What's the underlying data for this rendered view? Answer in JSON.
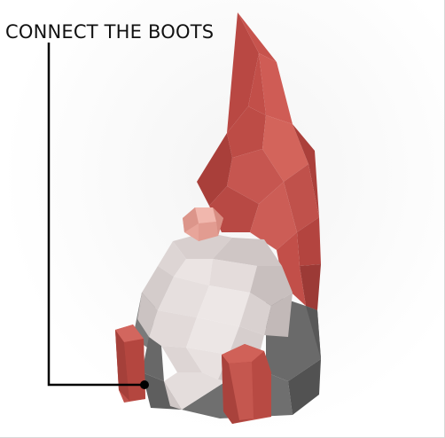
{
  "instruction": {
    "label": "CONNECT THE BOOTS"
  },
  "colors": {
    "hat_red": "#c24f49",
    "hat_red_light": "#d3645b",
    "hat_red_dark": "#9c3a36",
    "beard_white": "#e4dcdb",
    "beard_shadow": "#cfc6c5",
    "body_gray": "#6c6c6c",
    "body_gray_dark": "#4e4e4e",
    "nose_pink": "#e8a59a",
    "boot_red": "#c0524b",
    "boot_red_dark": "#9a3d39",
    "pointer_line": "#000000"
  },
  "icons": {
    "figure": "paper-gnome-figure",
    "pointer": "callout-leader-line"
  }
}
